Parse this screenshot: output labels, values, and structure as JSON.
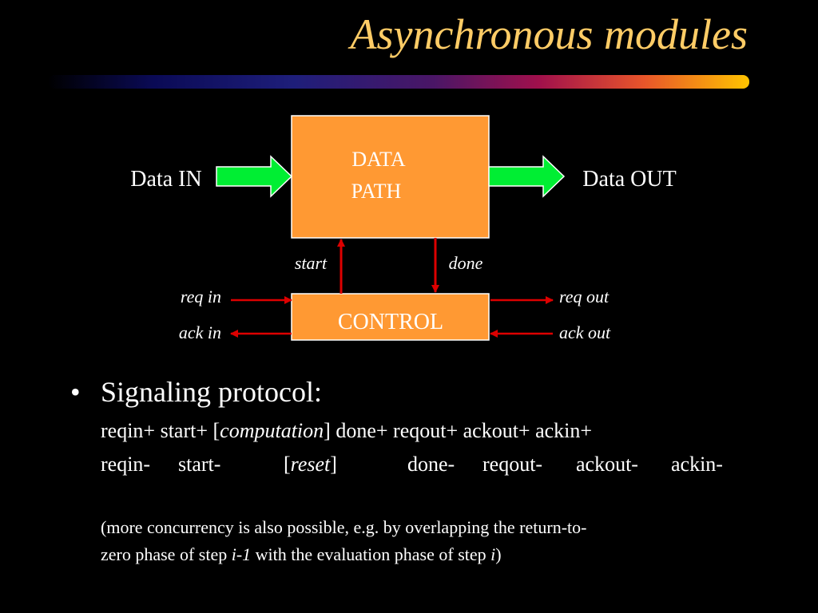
{
  "slide": {
    "title": "Asynchronous modules",
    "accent_colors": [
      "#000033",
      "#1a1a80",
      "#5a1a6a",
      "#b0104e",
      "#e8402a",
      "#ffa500",
      "#ffc000"
    ]
  },
  "diagram": {
    "datapath_label_1": "DATA",
    "datapath_label_2": "PATH",
    "control_label": "CONTROL",
    "data_in": "Data IN",
    "data_out": "Data OUT",
    "start": "start",
    "done": "done",
    "req_in": "req in",
    "ack_in": "ack in",
    "req_out": "req out",
    "ack_out": "ack out",
    "block_fill": "#ff9933",
    "arrow_fill": "#00ee33",
    "signal_color": "#dd0000"
  },
  "bullet": {
    "marker": "•",
    "heading": "Signaling protocol:",
    "line1": {
      "part1": "reqin+ start+ [",
      "italic": "computation",
      "part2": "] done+ reqout+ ackout+ ackin+"
    },
    "line2": {
      "reqin": "reqin-",
      "start": "start-",
      "open": "[",
      "italic": "reset",
      "close": "]",
      "done": "done-",
      "reqout": "reqout-",
      "ackout": "ackout-",
      "ackin": "ackin-"
    },
    "note1": "(more concurrency is also possible, e.g. by overlapping the return-to-",
    "note2": {
      "part1": "zero phase of step ",
      "italic1": "i-1",
      "part2": " with the evaluation phase of step ",
      "italic2": "i",
      "part3": ")"
    }
  }
}
